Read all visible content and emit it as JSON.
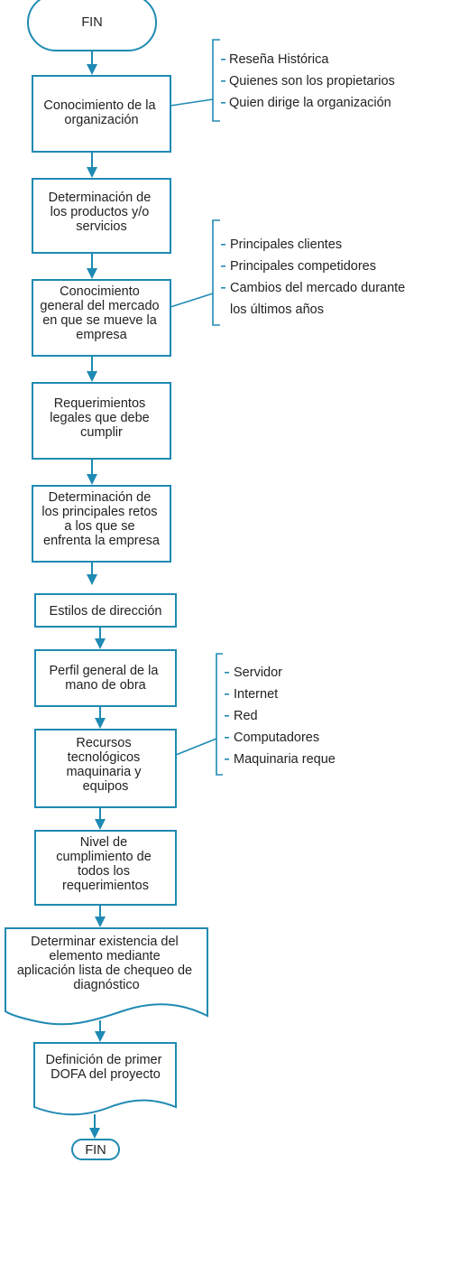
{
  "flowchart": {
    "start_label": "FIN",
    "steps": [
      [
        "Conocimiento de la",
        "organización"
      ],
      [
        "Determinación de",
        "los productos y/o",
        "servicios"
      ],
      [
        "Conocimiento",
        "general del mercado",
        "en que se mueve la",
        "empresa"
      ],
      [
        "Requerimientos",
        "legales que debe",
        "cumplir"
      ],
      [
        "Determinación de",
        "los principales retos",
        "a los que se",
        "enfrenta la empresa"
      ],
      [
        "Estilos de dirección"
      ],
      [
        "Perfil general de la",
        "mano de obra"
      ],
      [
        "Recursos",
        "tecnológicos",
        "maquinaria y",
        "equipos"
      ],
      [
        "Nivel de",
        "cumplimiento de",
        "todos los",
        "requerimientos"
      ],
      [
        "Determinar existencia del",
        "elemento mediante",
        "aplicación lista de chequeo de",
        "diagnóstico"
      ],
      [
        "Definición de primer",
        "DOFA del proyecto"
      ]
    ],
    "end_label": "FIN"
  },
  "annotations": {
    "organization": [
      "Reseña Histórica",
      "Quienes son los propietarios",
      "Quien dirige la organización"
    ],
    "market": [
      "Principales clientes",
      "Principales competidores",
      "Cambios del mercado durante",
      "los últimos años"
    ],
    "technology": [
      "Servidor",
      "Internet",
      "Red",
      "Computadores",
      "Maquinaria reque"
    ]
  },
  "colors": {
    "accent": "#1f8ab3",
    "text": "#222222"
  }
}
